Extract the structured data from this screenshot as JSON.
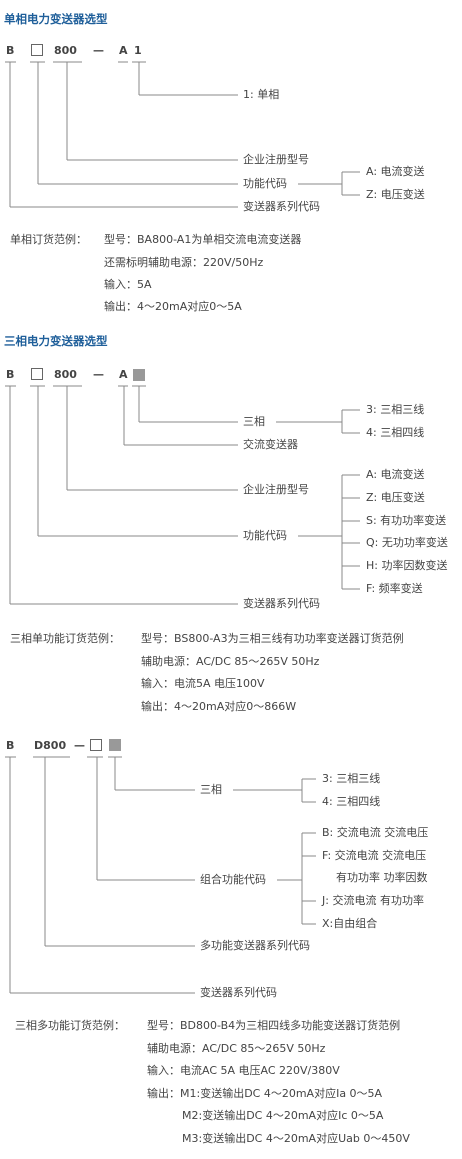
{
  "s1": {
    "title": "单相电力变送器选型",
    "code": [
      "B",
      "800",
      "—",
      "A",
      "1"
    ],
    "labels": {
      "phase": "1: 单相",
      "company": "企业注册型号",
      "func": "功能代码",
      "series": "变送器系列代码",
      "optA": "A: 电流变送",
      "optZ": "Z: 电压变送"
    },
    "example_label": "单相订货范例：",
    "example": [
      "型号：BA800-A1为单相交流电流变送器",
      "还需标明辅助电源：220V/50Hz",
      "输入：5A",
      "输出：4～20mA对应0～5A"
    ]
  },
  "s2": {
    "title": "三相电力变送器选型",
    "code": [
      "B",
      "800",
      "—",
      "A"
    ],
    "labels": {
      "phase": "三相",
      "ac": "交流变送器",
      "company": "企业注册型号",
      "func": "功能代码",
      "series": "变送器系列代码"
    },
    "phase_opts": [
      "3: 三相三线",
      "4: 三相四线"
    ],
    "func_opts": [
      "A: 电流变送",
      "Z: 电压变送",
      "S: 有功功率变送",
      "Q: 无功功率变送",
      "H: 功率因数变送",
      "F: 频率变送"
    ],
    "example_label": "三相单功能订货范例：",
    "example": [
      "型号：BS800-A3为三相三线有功功率变送器订货范例",
      "辅助电源：AC/DC 85～265V 50Hz",
      "输入：电流5A  电压100V",
      "输出：4～20mA对应0～866W"
    ]
  },
  "s3": {
    "code": [
      "B",
      "D800",
      "—"
    ],
    "labels": {
      "phase": "三相",
      "combo": "组合功能代码",
      "multi": "多功能变送器系列代码",
      "series": "变送器系列代码"
    },
    "phase_opts": [
      "3: 三相三线",
      "4: 三相四线"
    ],
    "combo_opts": [
      "B: 交流电流    交流电压",
      "F: 交流电流    交流电压",
      "有功功率    功率因数",
      "J: 交流电流    有功功率",
      "X:自由组合"
    ],
    "example_label": "三相多功能订货范例：",
    "example": [
      "型号：BD800-B4为三相四线多功能变送器订货范例",
      "辅助电源：AC/DC 85～265V 50Hz",
      "输入：电流AC 5A  电压AC 220V/380V",
      "输出：M1:变送输出DC 4～20mA对应Ia 0～5A",
      "M2:变送输出DC 4～20mA对应Ic 0～5A",
      "M3:变送输出DC 4～20mA对应Uab 0～450V"
    ]
  }
}
